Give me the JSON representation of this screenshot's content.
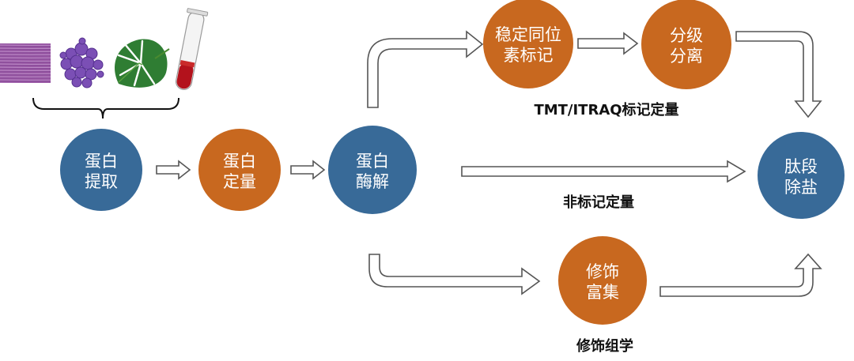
{
  "colors": {
    "blue": "#386a98",
    "orange": "#c8681f",
    "arrow_stroke": "#555555"
  },
  "nodes": {
    "protein_extraction": {
      "line1": "蛋白",
      "line2": "提取"
    },
    "protein_quant": {
      "line1": "蛋白",
      "line2": "定量"
    },
    "protein_digestion": {
      "line1": "蛋白",
      "line2": "酶解"
    },
    "isotope_labeling": {
      "line1": "稳定同位",
      "line2": "素标记"
    },
    "fractionation": {
      "line1": "分级",
      "line2": "分离"
    },
    "peptide_desalting": {
      "line1": "肽段",
      "line2": "除盐"
    },
    "ptm_enrichment": {
      "line1": "修饰",
      "line2": "富集"
    }
  },
  "labels": {
    "labeled_quant": "TMT/ITRAQ标记定量",
    "label_free": "非标记定量",
    "ptm": "修饰组学"
  },
  "sample_icons": [
    "tissue-image",
    "cell-cluster-image",
    "leaf-image",
    "blood-tube-image"
  ]
}
